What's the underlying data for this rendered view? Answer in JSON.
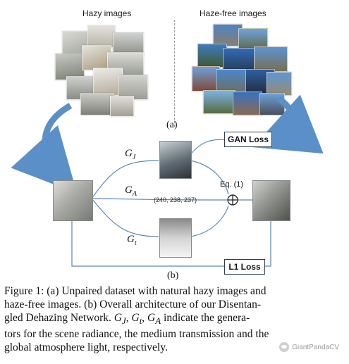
{
  "figure": {
    "hazy_title": "Hazy images",
    "hazefree_title": "Haze-free images",
    "label_a": "(a)",
    "label_b": "(b)",
    "gan_loss": "GAN Loss",
    "l1_loss": "L1 Loss",
    "g_j": {
      "base": "G",
      "sub": "J"
    },
    "g_a": {
      "base": "G",
      "sub": "A"
    },
    "g_t": {
      "base": "G",
      "sub": "t"
    },
    "atmosphere_value": "(240, 238, 237)",
    "equation_ref": "Eq. (1)",
    "oplus": "⊕"
  },
  "caption": {
    "line1": "Figure 1: (a) Unpaired dataset with natural hazy images and",
    "line2": "haze-free images. (b) Overall architecture of our Disentan-",
    "line3_pre": "gled Dehazing Network. ",
    "line3_gj": "G",
    "line3_gj_sub": "J",
    "line3_sep1": ", ",
    "line3_gt": "G",
    "line3_gt_sub": "t",
    "line3_sep2": ", ",
    "line3_ga": "G",
    "line3_ga_sub": "A",
    "line3_post": " indicate the genera-",
    "line4": "tors for the scene radiance, the medium transmission and the",
    "line5": "global atmosphere light, respectively."
  },
  "watermark": {
    "text": "GiantPandaCV",
    "icon": "wechat-icon"
  },
  "colors": {
    "arrow": "#5b8fc7",
    "box_border": "#2b3a55",
    "line": "#5b87b5"
  }
}
